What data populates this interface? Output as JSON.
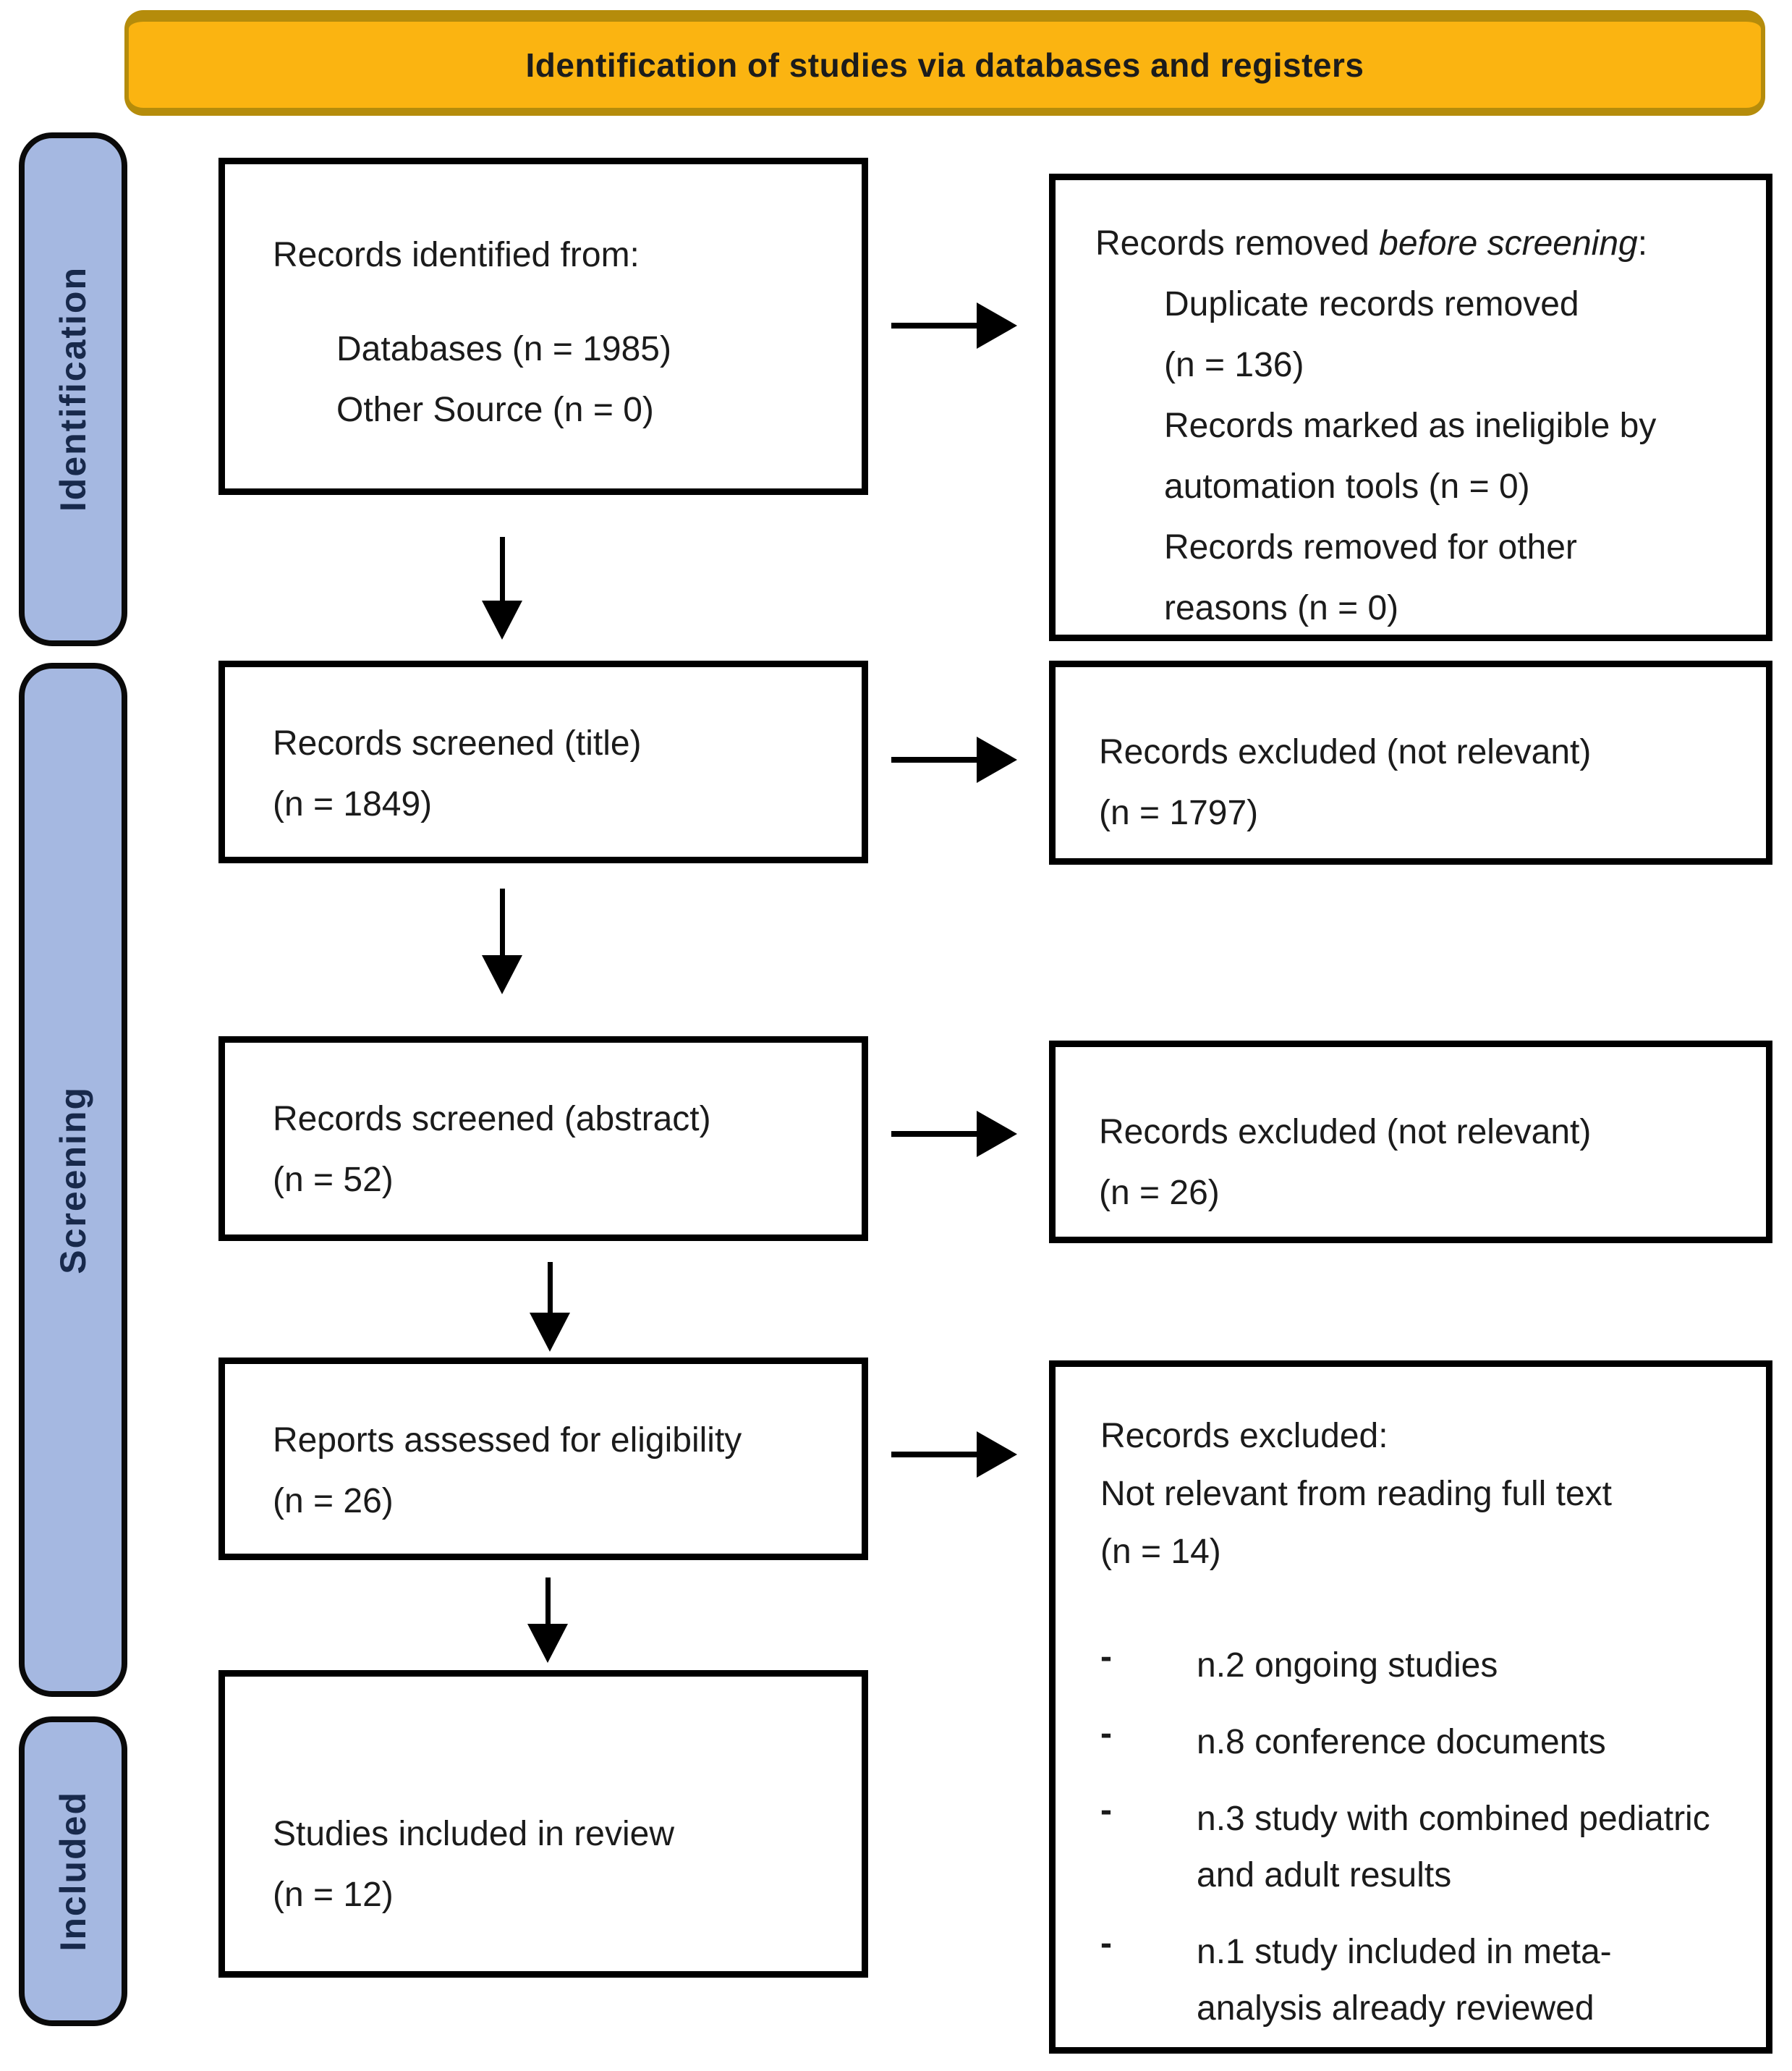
{
  "banner": {
    "title": "Identification of studies via databases and registers"
  },
  "sidebar": {
    "labels": [
      "Identification",
      "Screening",
      "Included"
    ]
  },
  "flow": {
    "identified": {
      "title": "Records identified from:",
      "items": [
        "Databases (n = 1985)",
        "Other Source (n = 0)"
      ]
    },
    "screened_title": {
      "lines": [
        "Records screened (title)",
        "(n = 1849)"
      ]
    },
    "screened_abstract": {
      "lines": [
        "Records screened (abstract)",
        "(n = 52)"
      ]
    },
    "assessed": {
      "lines": [
        "Reports assessed for eligibility",
        "(n = 26)"
      ]
    },
    "included": {
      "lines": [
        "Studies included in review",
        "(n = 12)"
      ]
    }
  },
  "exclusions": {
    "before_screening": {
      "title_parts": [
        "Records removed ",
        "before screening",
        ":"
      ],
      "items": [
        "Duplicate records removed (n = 136)",
        "Records marked as ineligible by automation tools (n = 0)",
        "Records removed for other reasons (n = 0)"
      ]
    },
    "title_screen": {
      "lines": [
        "Records excluded (not relevant)",
        "(n = 1797)"
      ]
    },
    "abstract_screen": {
      "lines": [
        "Records excluded (not relevant)",
        "(n = 26)"
      ]
    },
    "full_text": {
      "header_lines": [
        "Records excluded:",
        "Not relevant from reading full text",
        "(n = 14)"
      ],
      "bullet_marker": "-",
      "bullets": [
        "n.2 ongoing studies",
        "n.8 conference documents",
        "n.3 study with combined pediatric and adult results",
        "n.1 study included in meta-analysis already reviewed"
      ]
    }
  },
  "colors": {
    "banner_fill": "#FBB411",
    "banner_border": "#B58C0B",
    "banner_text": "#1C1C1C",
    "sidebar_fill": "#A5B8E1",
    "sidebar_border": "#0A0A0A",
    "sidebar_text": "#18294B",
    "box_border": "#000000",
    "text": "#1B1B1B",
    "bg": "#FFFFFF"
  }
}
